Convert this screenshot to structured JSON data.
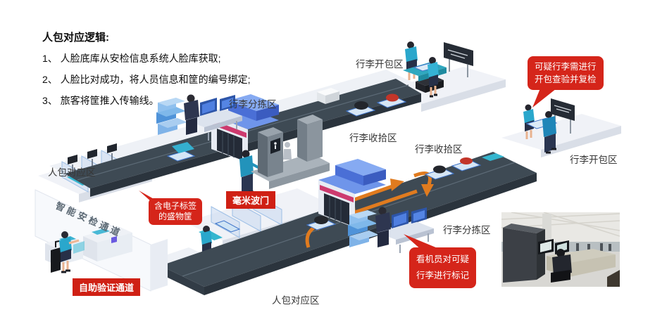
{
  "logic": {
    "title": "人包对应逻辑:",
    "items": [
      "1、 人脸底库从安检信息系统人脸库获取;",
      "2、 人脸比对成功，将人员信息和筐的编号绑定;",
      "3、 旅客将筐推入传输线。"
    ]
  },
  "zones": {
    "open_top": "行李开包区",
    "sort_upper": "行李分拣区",
    "collect_mid": "行李收拾区",
    "collect_right": "行李收拾区",
    "open_right": "行李开包区",
    "personbag_left": "人包对应区",
    "sort_lower": "行李分拣区",
    "personbag_bottom": "人包对应区"
  },
  "red_labels": {
    "mmwave": "毫米波门",
    "self_service": "自助验证通道"
  },
  "callouts": {
    "suspicious": {
      "line1": "可疑行李需进行",
      "line2": "开包查验并复检"
    },
    "tagged": {
      "line1": "含电子标签",
      "line2": "的盛物筐"
    },
    "operator": {
      "line1": "看机员对可疑",
      "line2": "行李进行标记"
    }
  },
  "gate": {
    "smart_channel": "智能安检通道"
  },
  "icons": {
    "body_scanner_person_icon": "person-pictogram",
    "signboard_icon": "information-board"
  },
  "colors": {
    "annotation_red": "#d5251a",
    "label_red": "#cf2014",
    "flow_arrow_orange": "#e07b1f",
    "belt_dark": "#3e4a54",
    "machine_blue": "#4a6fd6",
    "uniform_teal": "#2aa7cc"
  }
}
